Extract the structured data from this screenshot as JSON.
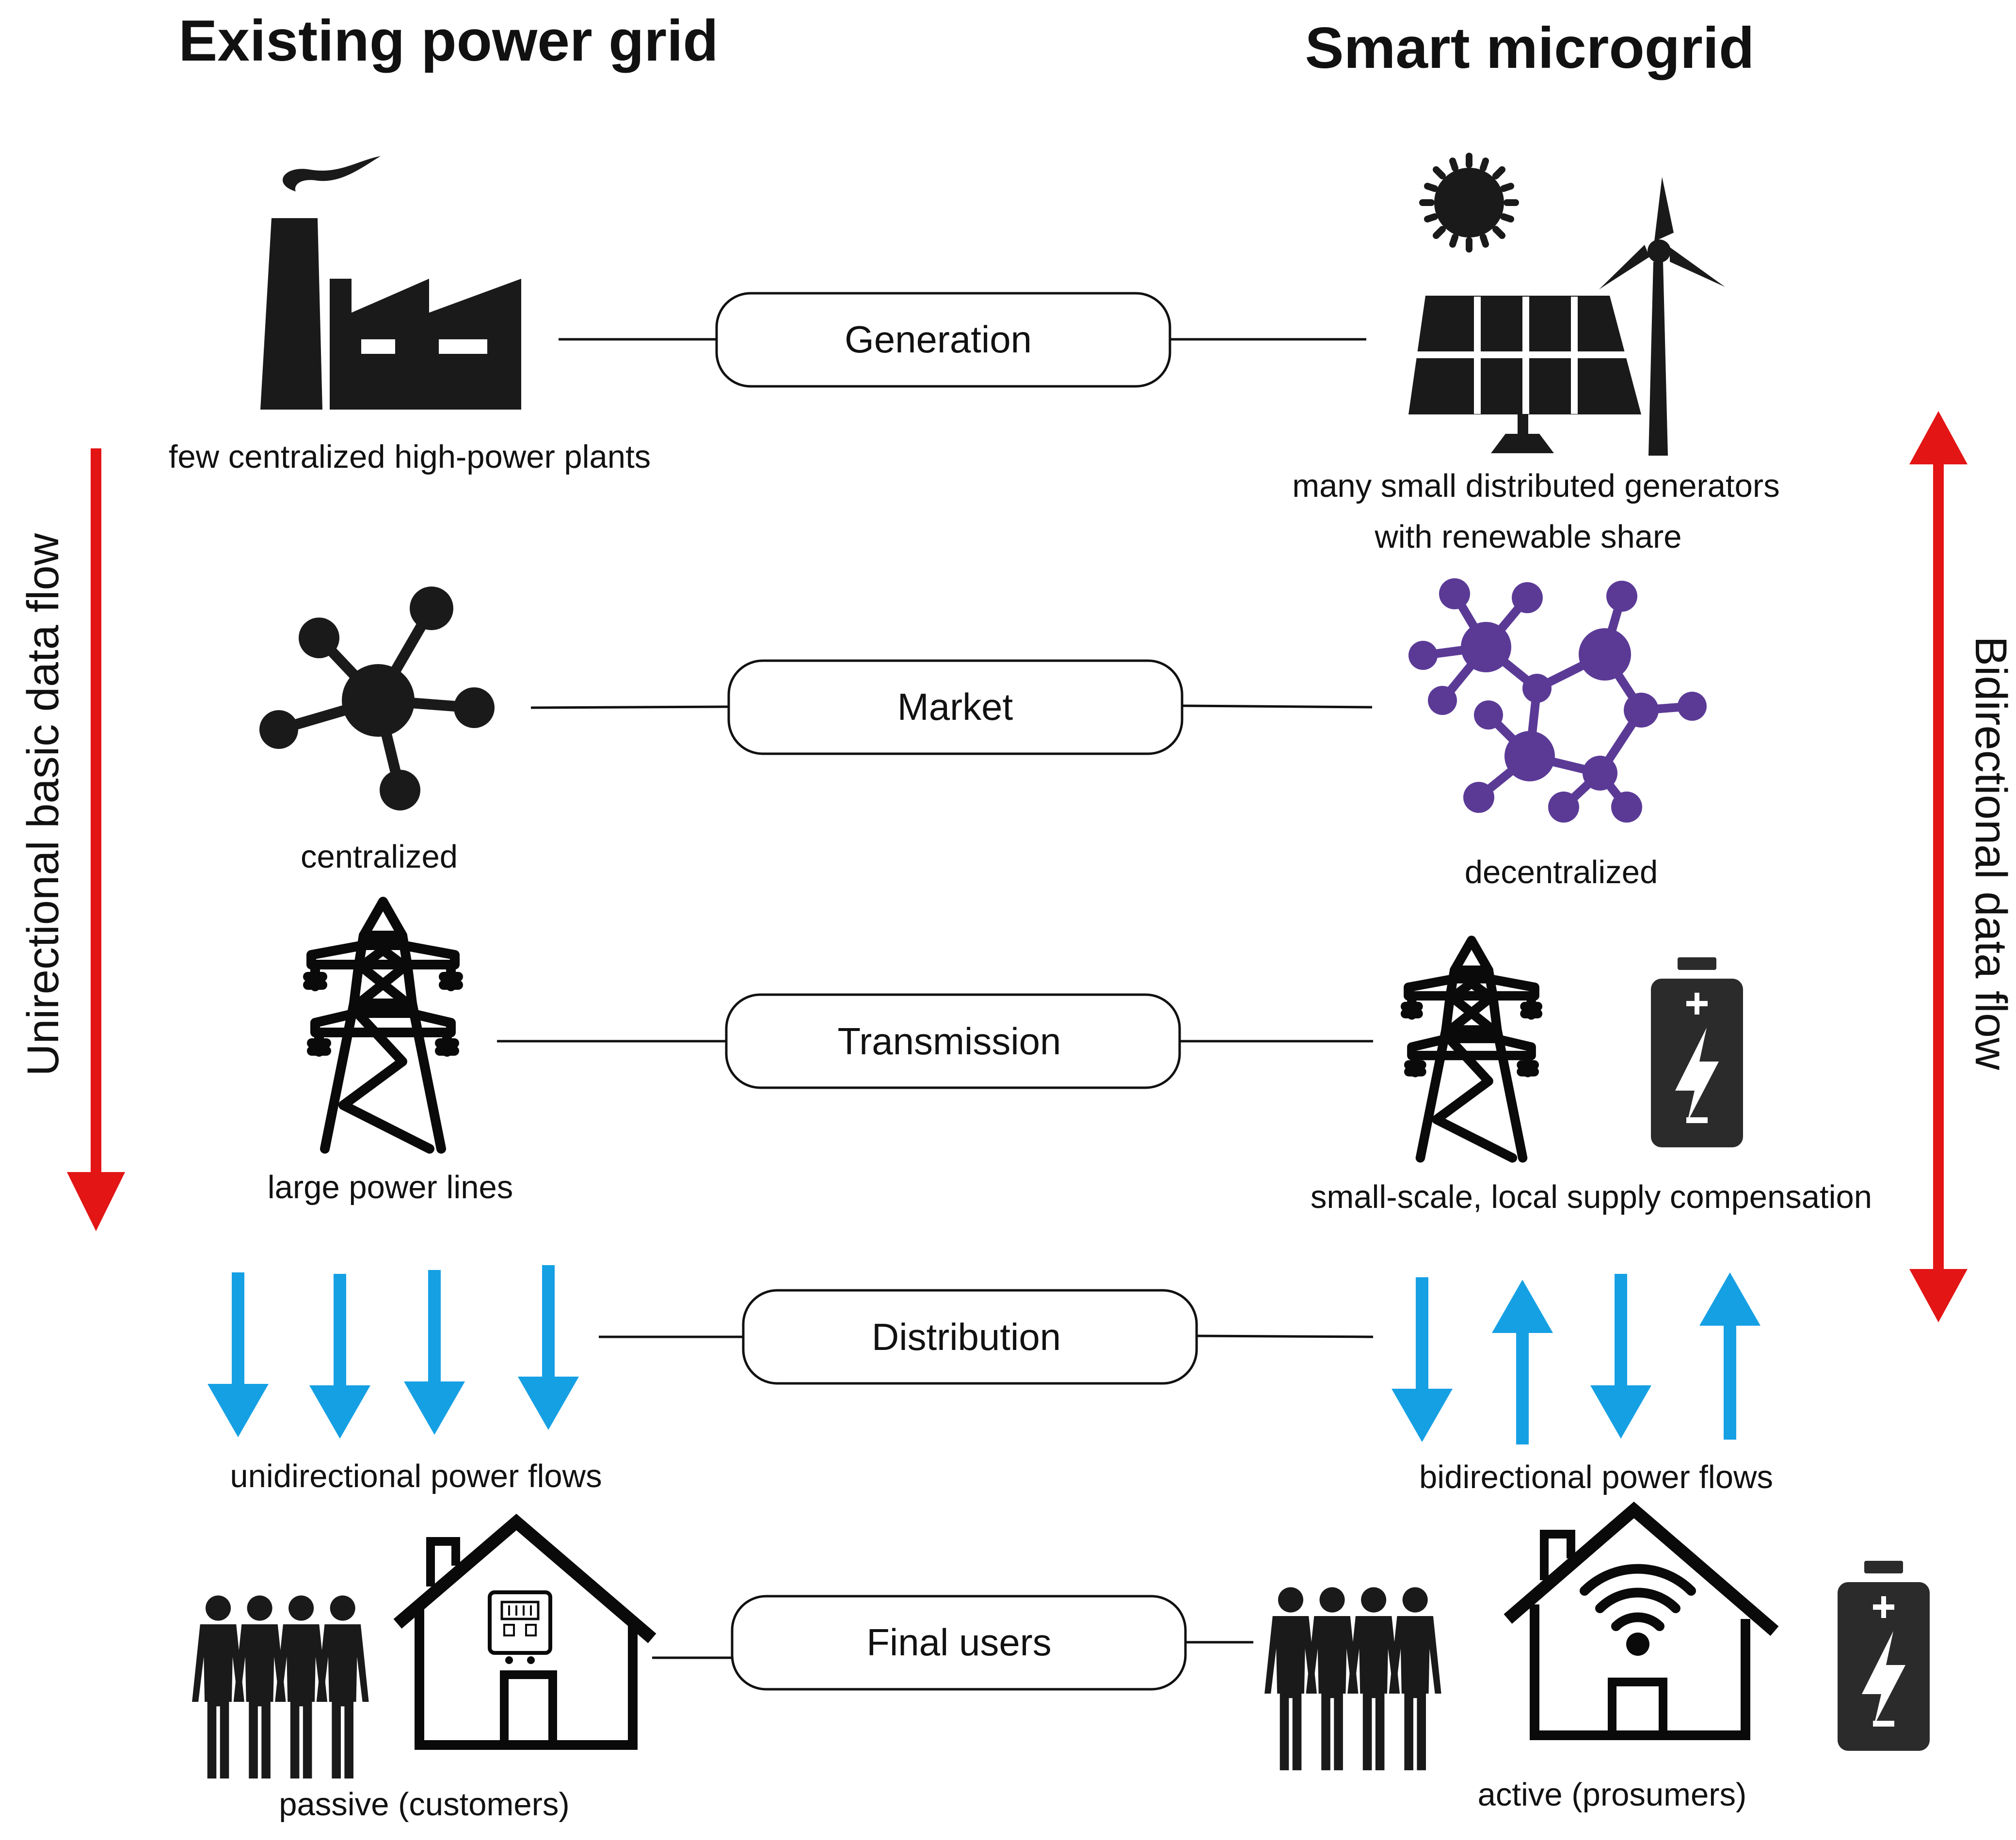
{
  "titles": {
    "left": "Existing power grid",
    "right": "Smart microgrid"
  },
  "side_labels": {
    "left": "Unirectional basic data flow",
    "right": "Bidirectional data flow"
  },
  "stages": [
    {
      "label": "Generation",
      "left": "few centralized high-power plants",
      "right_line1": "many small distributed generators",
      "right_line2": "with renewable share"
    },
    {
      "label": "Market",
      "left": "centralized",
      "right": "decentralized"
    },
    {
      "label": "Transmission",
      "left": "large power lines",
      "right": "small-scale, local supply compensation"
    },
    {
      "label": "Distribution",
      "left": "unidirectional power flows",
      "right": "bidirectional power flows"
    },
    {
      "label": "Final users",
      "left": "passive (customers)",
      "right": "active (prosumers)"
    }
  ],
  "colors": {
    "data_flow_arrow": "#e31515",
    "power_flow_arrow": "#16a0e4",
    "market_network_right": "#5b3a96",
    "icon_dark": "#1a1a1a"
  },
  "icons": {
    "left": [
      "factory-icon",
      "centralized-network-icon",
      "transmission-tower-icon",
      "people-group-icon",
      "house-meter-icon"
    ],
    "right": [
      "sun-icon",
      "solar-panel-icon",
      "wind-turbine-icon",
      "decentralized-network-icon",
      "transmission-tower-icon",
      "battery-icon",
      "people-group-icon",
      "house-wifi-icon",
      "battery-icon"
    ]
  },
  "power_flows": {
    "left": [
      "down",
      "down",
      "down",
      "down"
    ],
    "right": [
      "down",
      "up",
      "down",
      "up"
    ]
  }
}
